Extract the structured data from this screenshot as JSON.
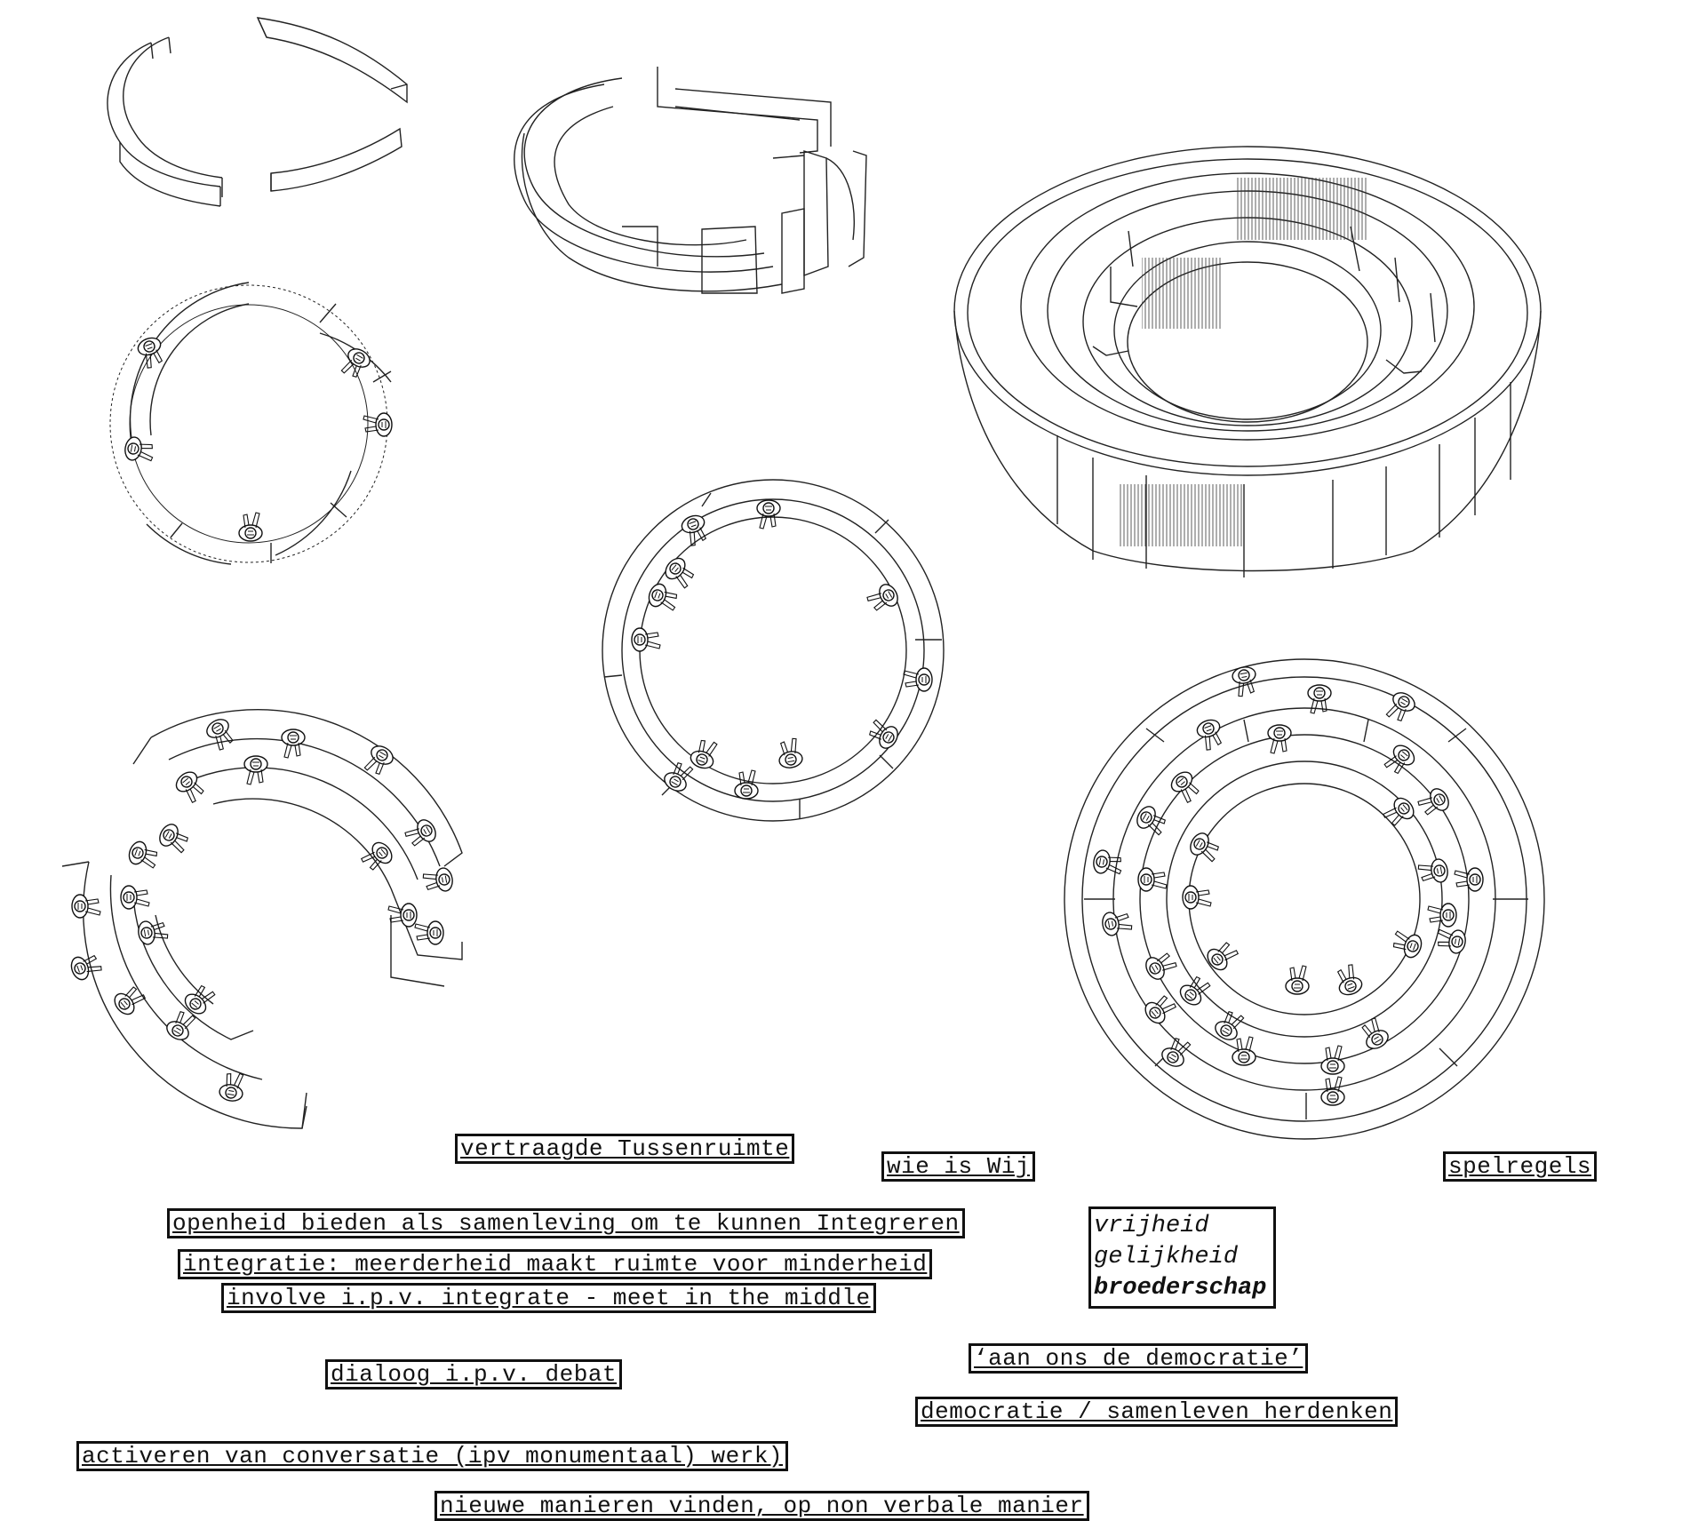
{
  "labels": {
    "vertraagde": "vertraagde Tussenruimte",
    "wie": "wie is Wij",
    "spelregels": "spelregels",
    "openheid": "openheid bieden als samenleving om te kunnen Integreren",
    "integratie": "integratie: meerderheid maakt ruimte voor minderheid",
    "involve": "involve i.p.v. integrate - meet in the middle",
    "dialoog": "dialoog i.p.v. debat",
    "aan_ons": "‘aan ons de democratie’",
    "democratie": "democratie / samenleven herdenken",
    "activeren": "activeren van conversatie (ipv monumentaal) werk)",
    "nieuwe": "nieuwe manieren vinden, op non verbale manier"
  },
  "motto": {
    "line1": "vrijheid",
    "line2": "gelijkheid",
    "line3": "broederschap"
  }
}
